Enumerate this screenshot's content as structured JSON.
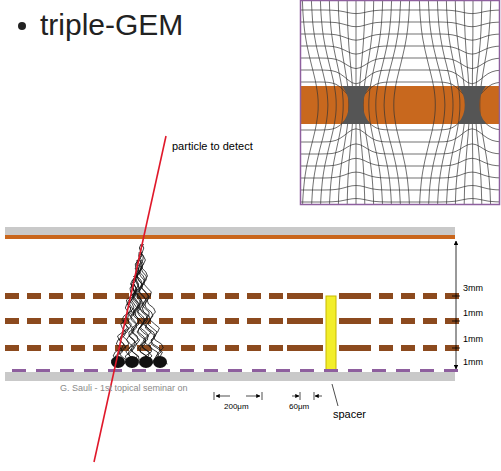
{
  "diagram": {
    "title": "triple-GEM",
    "labels": [
      "particle to detect",
      "3mm",
      "1mm",
      "1mm",
      "1mm",
      "200μm",
      "60μm",
      "spacer",
      "G. Sauli - 1st topical seminar on"
    ]
  }
}
